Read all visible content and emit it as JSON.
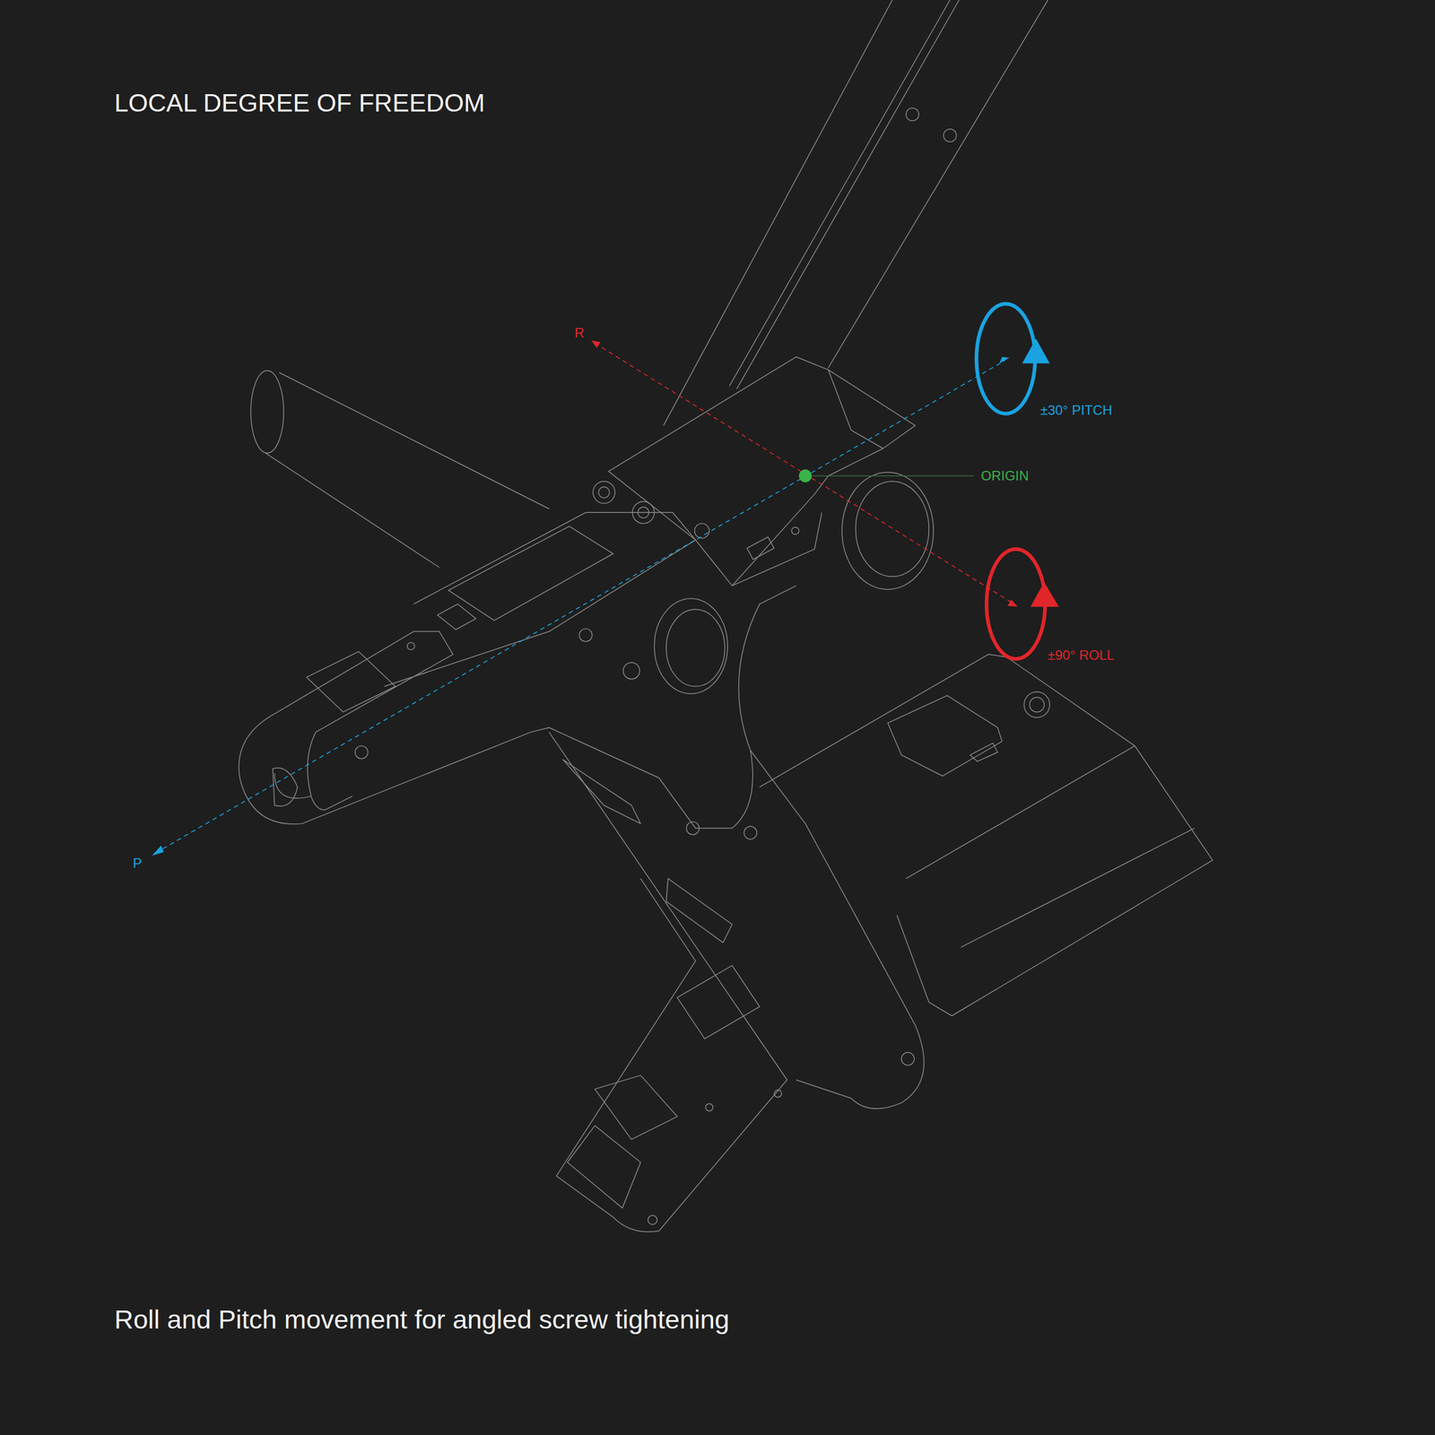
{
  "diagram": {
    "title": "LOCAL DEGREE OF FREEDOM",
    "caption": "Roll and Pitch movement for angled screw tightening",
    "labels": [
      "R",
      "±30° PITCH",
      "ORIGIN",
      "±90° ROLL",
      "P"
    ]
  }
}
